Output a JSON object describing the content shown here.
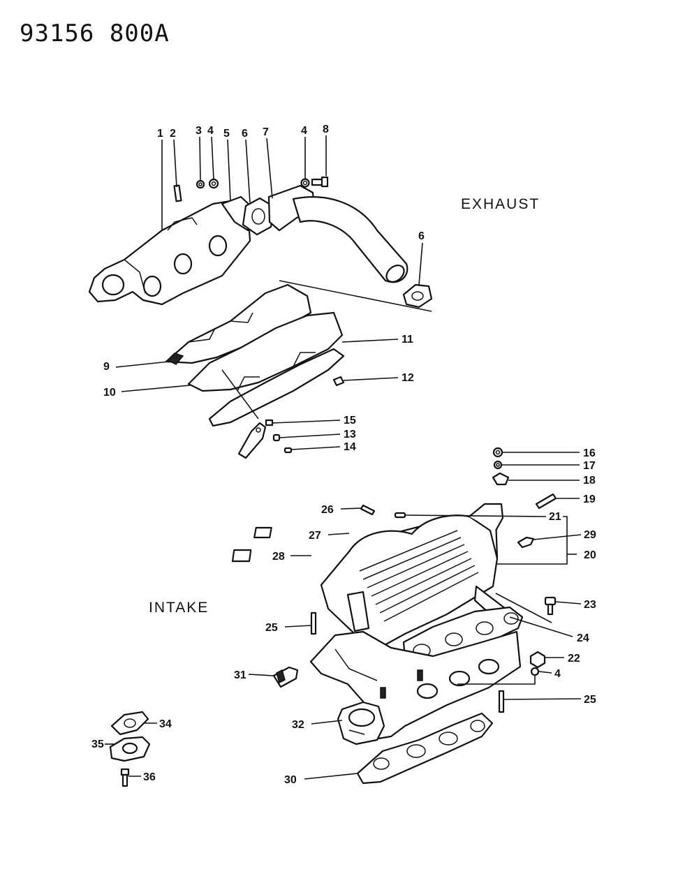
{
  "header": {
    "document_number": "93156  800A"
  },
  "sections": {
    "exhaust": "EXHAUST",
    "intake": "INTAKE"
  },
  "callouts": {
    "c1": "1",
    "c2": "2",
    "c3": "3",
    "c4a": "4",
    "c5": "5",
    "c6a": "6",
    "c7": "7",
    "c4b": "4",
    "c8": "8",
    "c6b": "6",
    "c11": "11",
    "c9": "9",
    "c12": "12",
    "c10": "10",
    "c15": "15",
    "c13": "13",
    "c14": "14",
    "c16": "16",
    "c17": "17",
    "c18": "18",
    "c19": "19",
    "c26": "26",
    "c21": "21",
    "c27": "27",
    "c29": "29",
    "c28": "28",
    "c20": "20",
    "c23": "23",
    "c25a": "25",
    "c24": "24",
    "c22": "22",
    "c31": "31",
    "c4c": "4",
    "c25b": "25",
    "c34": "34",
    "c32": "32",
    "c35": "35",
    "c36": "36",
    "c30": "30"
  }
}
